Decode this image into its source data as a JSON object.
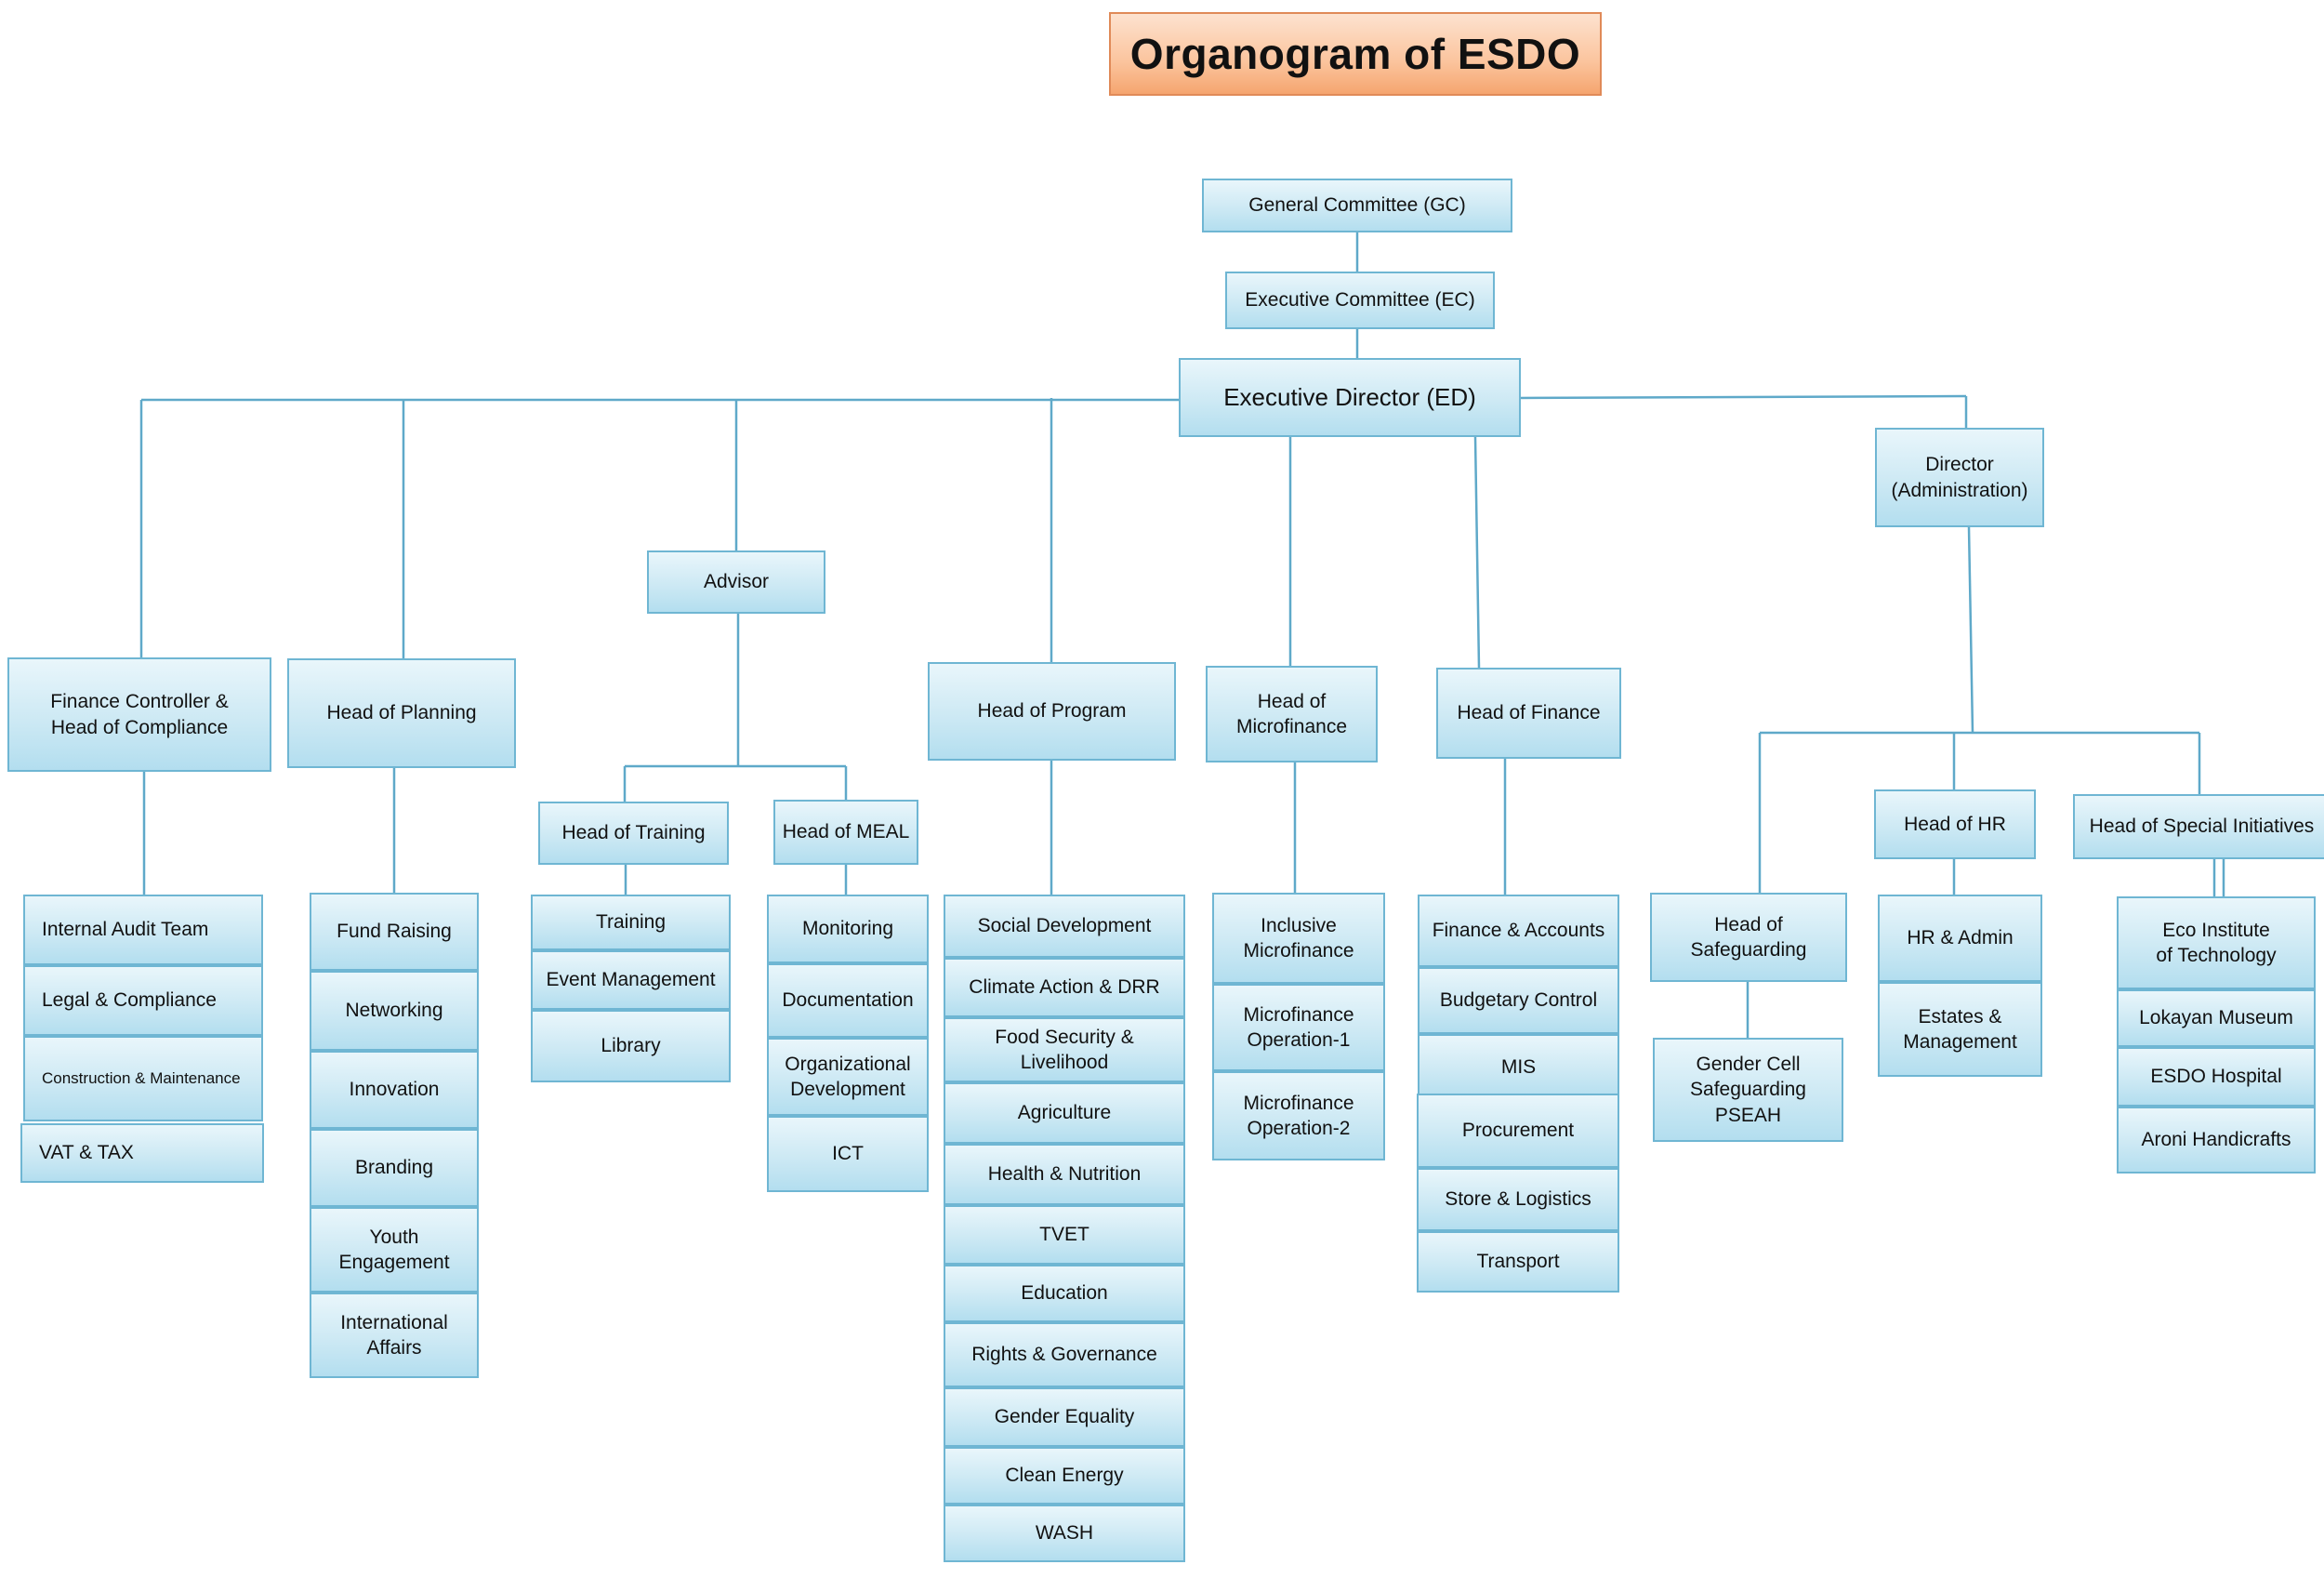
{
  "title": "Organogram of ESDO",
  "top": {
    "gc": "General Committee (GC)",
    "ec": "Executive Committee (EC)",
    "ed": "Executive Director (ED)",
    "advisor": "Advisor",
    "director": "Director (Administration)"
  },
  "heads": {
    "finance_controller": "Finance Controller & Head of Compliance",
    "planning": "Head of Planning",
    "training": "Head of Training",
    "meal": "Head of MEAL",
    "program": "Head of Program",
    "microfinance": "Head of Microfinance",
    "finance": "Head of Finance",
    "safeguarding": "Head of Safeguarding",
    "hr": "Head of HR",
    "special": "Head of Special Initiatives"
  },
  "units": {
    "compliance": [
      "Internal Audit Team",
      "Legal & Compliance",
      "Construction & Maintenance",
      "VAT & TAX"
    ],
    "planning": [
      "Fund Raising",
      "Networking",
      "Innovation",
      "Branding",
      "Youth Engagement",
      "International Affairs"
    ],
    "training": [
      "Training",
      "Event Management",
      "Library"
    ],
    "meal": [
      "Monitoring",
      "Documentation",
      "Organizational Development",
      "ICT"
    ],
    "program": [
      "Social Development",
      "Climate Action & DRR",
      "Food Security & Livelihood",
      "Agriculture",
      "Health & Nutrition",
      "TVET",
      "Education",
      "Rights & Governance",
      "Gender Equality",
      "Clean Energy",
      "WASH"
    ],
    "microfinance": [
      "Inclusive Microfinance",
      "Microfinance Operation-1",
      "Microfinance Operation-2"
    ],
    "finance": [
      "Finance & Accounts",
      "Budgetary Control",
      "MIS",
      "Procurement",
      "Store & Logistics",
      "Transport"
    ],
    "safeguarding": [
      "Gender Cell Safeguarding PSEAH"
    ],
    "hr": [
      "HR & Admin",
      "Estates & Management"
    ],
    "special": [
      "Eco Institute of Technology",
      "Lokayan Museum",
      "ESDO Hospital",
      "Aroni Handicrafts"
    ]
  }
}
